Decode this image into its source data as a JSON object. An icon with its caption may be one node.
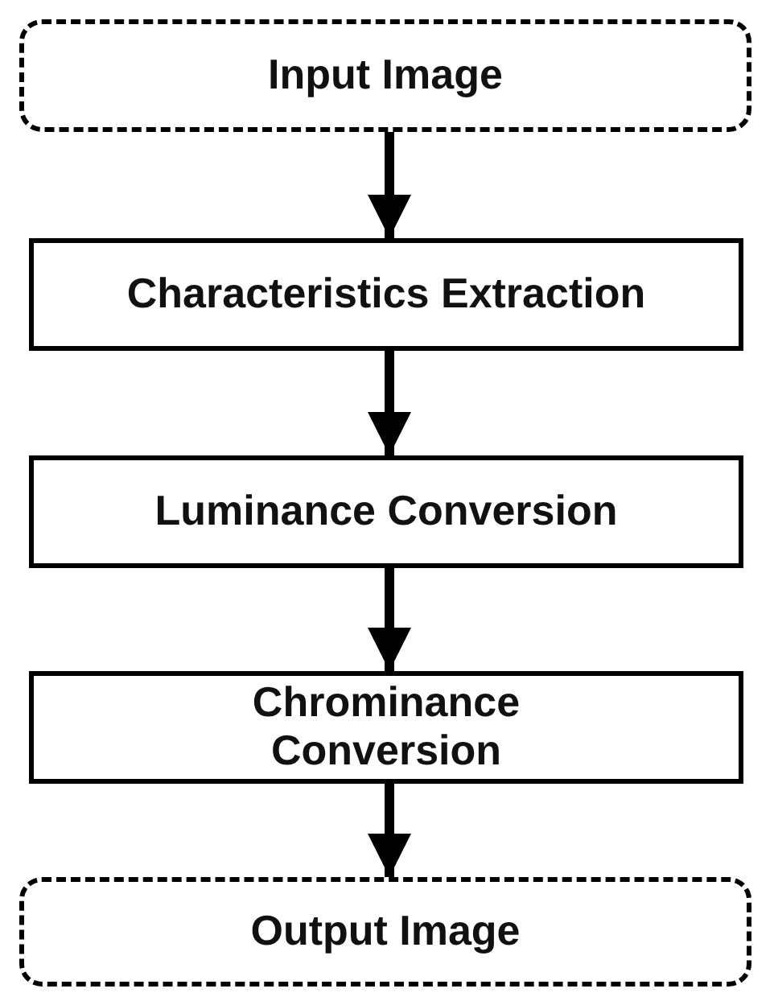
{
  "diagram": {
    "nodes": [
      {
        "text": [
          "Input Image"
        ]
      },
      {
        "text": [
          "Characteristics Extraction"
        ]
      },
      {
        "text": [
          "Luminance Conversion"
        ]
      },
      {
        "text": [
          "Chrominance Conversion"
        ]
      },
      {
        "text": [
          "Output Image"
        ]
      }
    ],
    "edges": [
      {
        "from": 0,
        "to": 1,
        "arrow": "to"
      },
      {
        "from": 1,
        "to": 2,
        "arrow": "to"
      },
      {
        "from": 2,
        "to": 3,
        "arrow": "to"
      },
      {
        "from": 3,
        "to": 4,
        "arrow": "to"
      }
    ]
  }
}
